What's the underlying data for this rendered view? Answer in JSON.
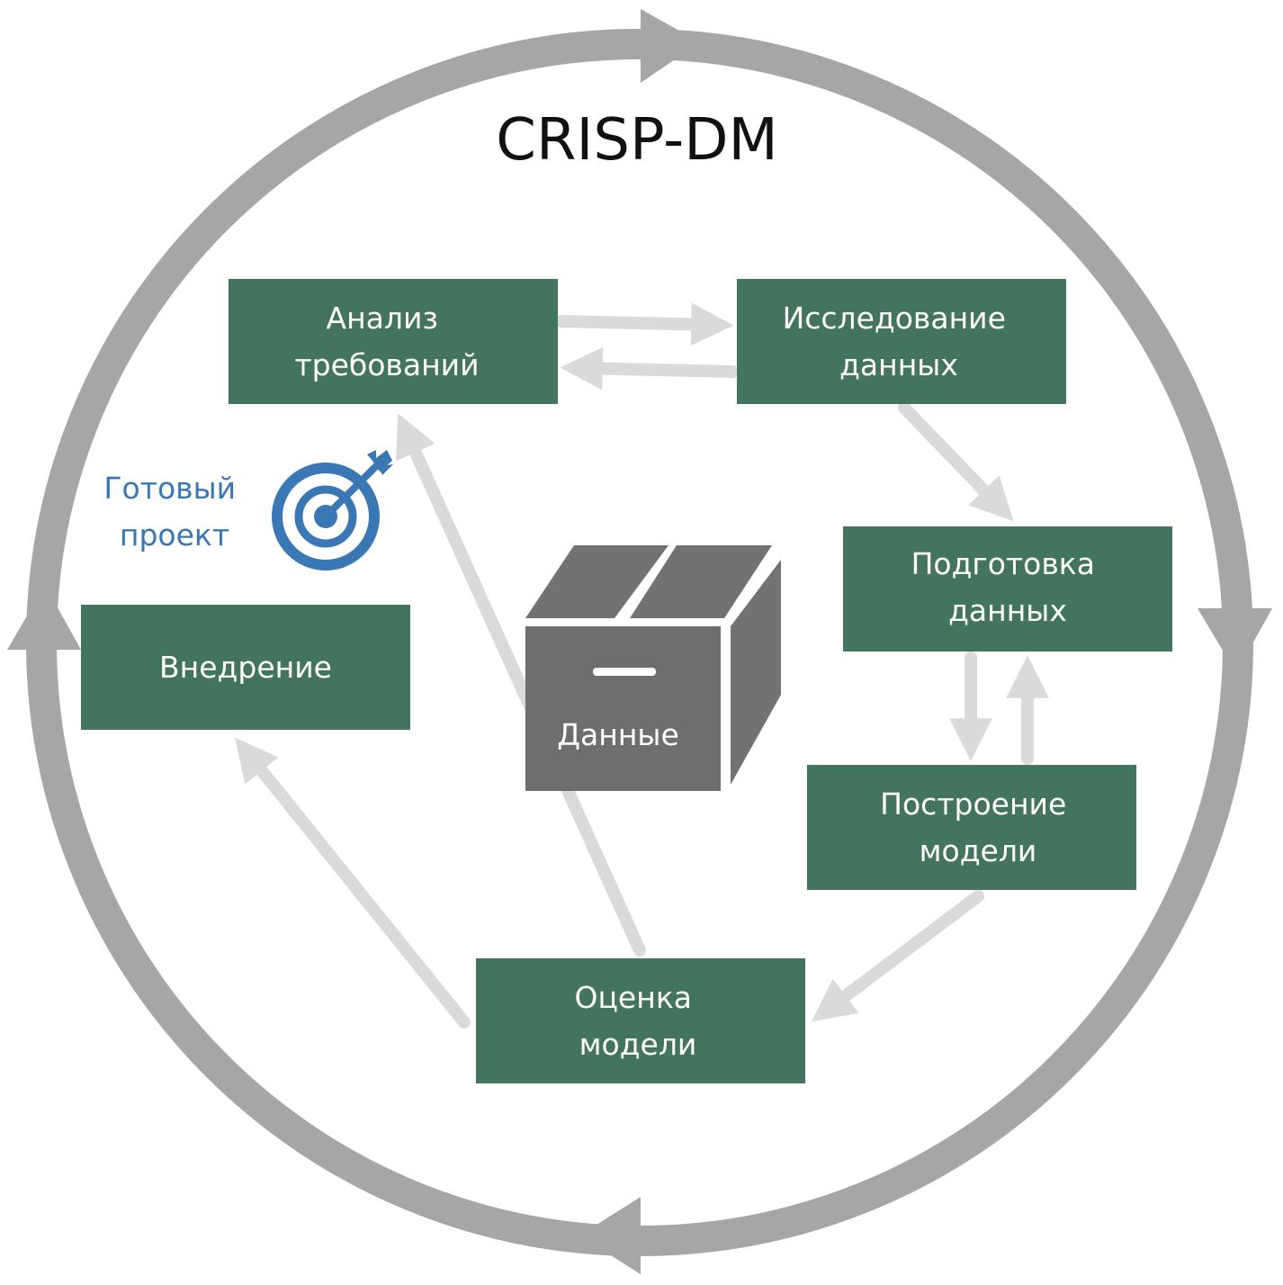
{
  "title": "CRISP-DM",
  "colors": {
    "box_fill": "#43755e",
    "cycle_ring": "#a6a6a6",
    "flow_arrow": "#dadada",
    "goal_icon": "#3a78b5",
    "data_box_front": "#6e6e6e",
    "data_box_top": "#727272"
  },
  "phases": [
    {
      "id": "business-understanding",
      "lines": [
        "Анализ",
        "требований"
      ]
    },
    {
      "id": "data-understanding",
      "lines": [
        "Исследование",
        "данных"
      ]
    },
    {
      "id": "data-preparation",
      "lines": [
        "Подготовка",
        "данных"
      ]
    },
    {
      "id": "modeling",
      "lines": [
        "Построение",
        "модели"
      ]
    },
    {
      "id": "evaluation",
      "lines": [
        "Оценка",
        "модели"
      ]
    },
    {
      "id": "deployment",
      "lines": [
        "Внедрение"
      ]
    }
  ],
  "center": {
    "label": "Данные",
    "icon": "box-icon"
  },
  "goal": {
    "lines": [
      "Готовый",
      "проект"
    ],
    "icon": "target-icon"
  }
}
